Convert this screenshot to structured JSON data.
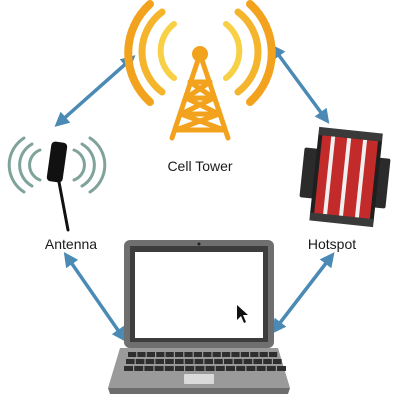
{
  "nodes": {
    "cell_tower": {
      "label": "Cell Tower",
      "icon": "cell-tower-icon"
    },
    "antenna": {
      "label": "Antenna",
      "icon": "antenna-icon"
    },
    "hotspot": {
      "label": "Hotspot",
      "icon": "hotspot-icon"
    },
    "laptop": {
      "label": "",
      "icon": "laptop-icon"
    }
  },
  "connections": [
    {
      "from": "antenna",
      "to": "cell_tower",
      "style": "double-arrow"
    },
    {
      "from": "cell_tower",
      "to": "hotspot",
      "style": "double-arrow"
    },
    {
      "from": "antenna",
      "to": "laptop",
      "style": "double-arrow"
    },
    {
      "from": "hotspot",
      "to": "laptop",
      "style": "double-arrow"
    }
  ],
  "colors": {
    "arrow": "#4a8ab5",
    "tower_orange": "#f2a21c",
    "tower_yellow": "#f7d046",
    "antenna_wave": "#7fa39b",
    "hotspot_red": "#c32a2a",
    "hotspot_dark": "#2b2b2b",
    "laptop_gray": "#6f6f6f"
  }
}
